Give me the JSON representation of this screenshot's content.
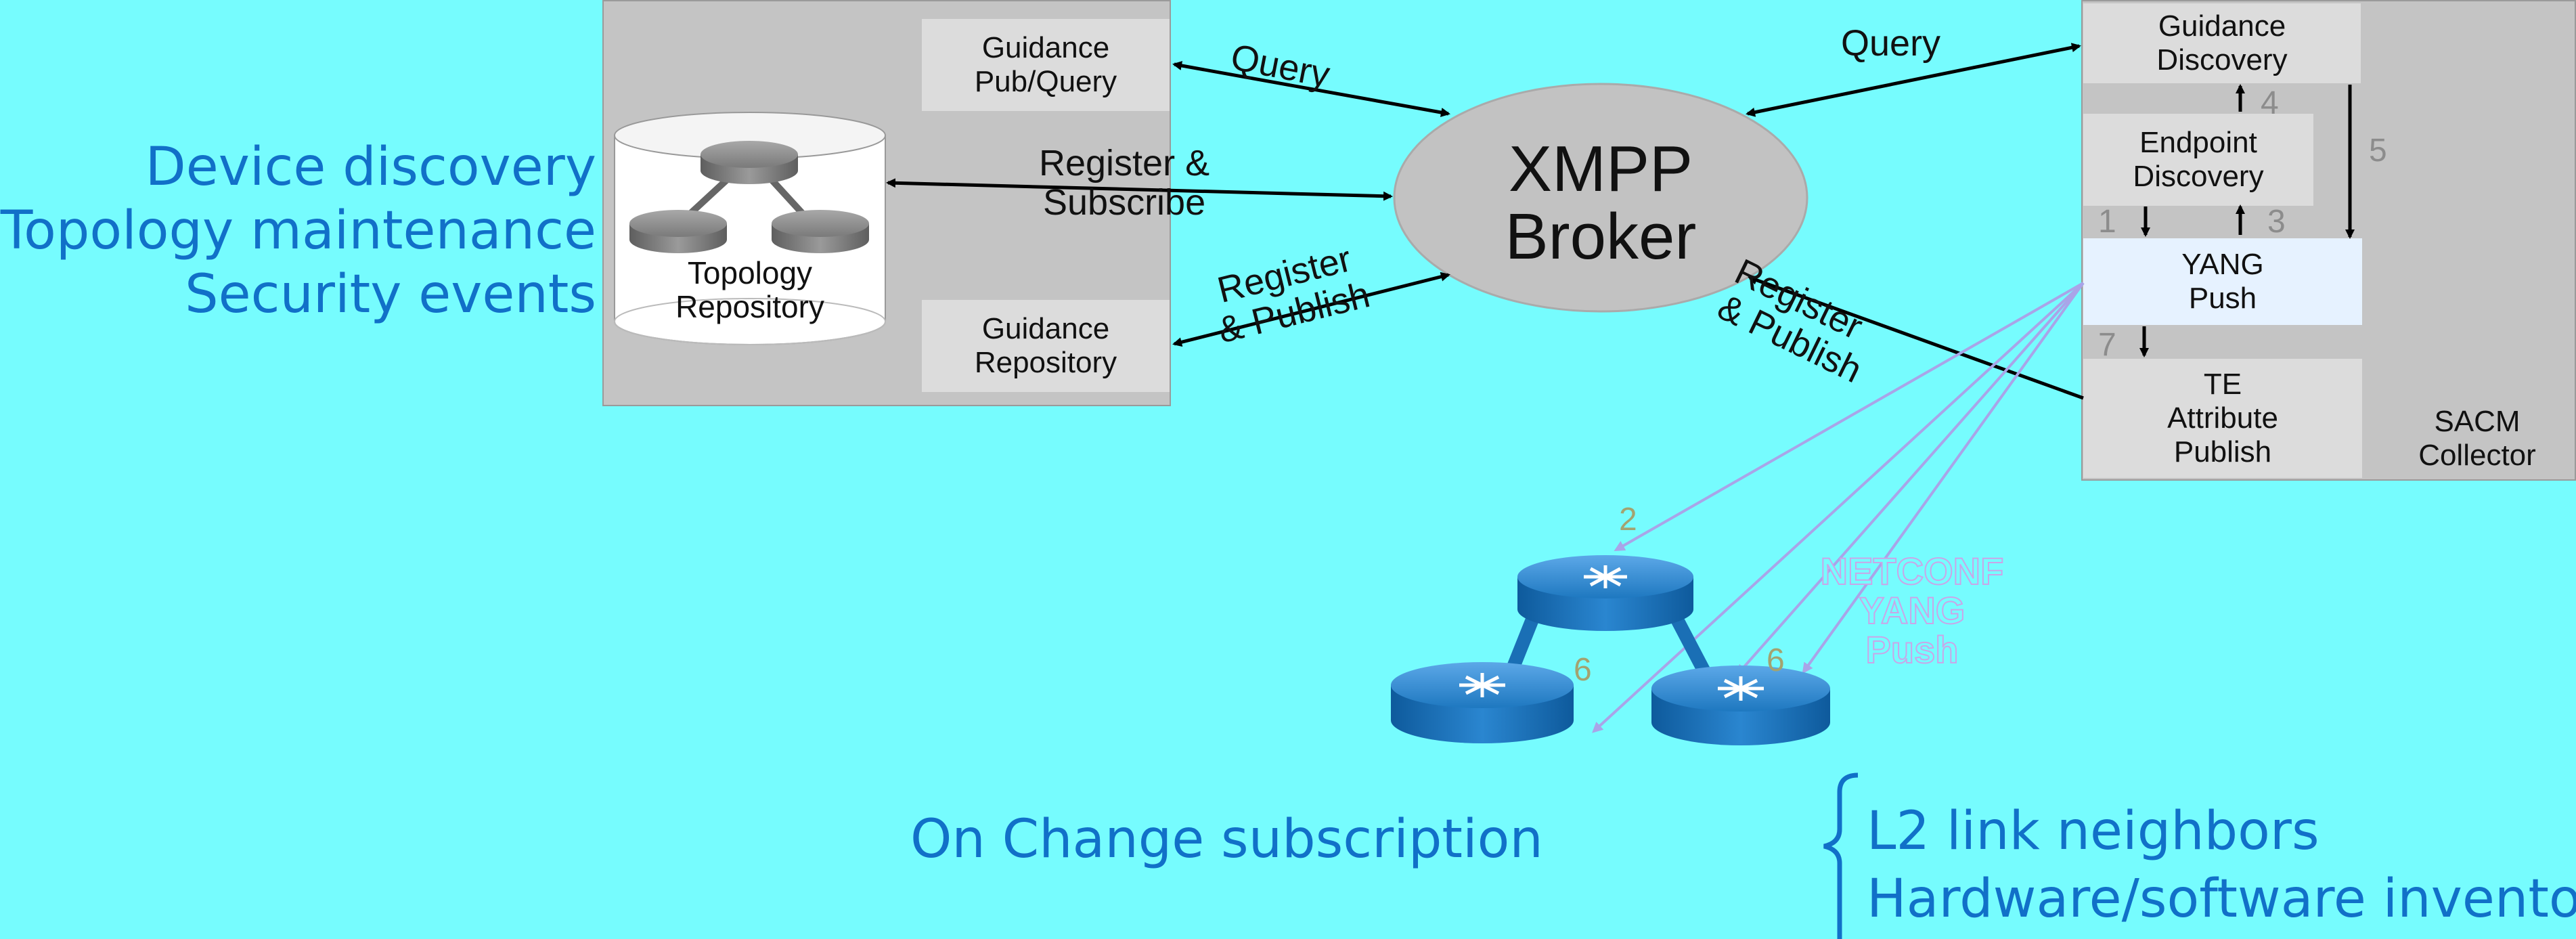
{
  "left_labels": [
    "Device discovery",
    "Topology maintenance",
    "Security events"
  ],
  "left_panel": {
    "guidance_pub_query": "Guidance\nPub/Query",
    "topology_repository": "Topology\nRepository",
    "guidance_repository": "Guidance\nRepository"
  },
  "broker": {
    "line1": "XMPP",
    "line2": "Broker"
  },
  "edges": {
    "query_left": "Query",
    "register_subscribe": "Register &\nSubscribe",
    "register_publish_left": "Register\n& Publish",
    "query_right": "Query",
    "register_publish_right": "Register\n& Publish"
  },
  "right_panel": {
    "guidance_discovery": "Guidance\nDiscovery",
    "endpoint_discovery": "Endpoint\nDiscovery",
    "yang_push": "YANG\nPush",
    "te_attribute_publish": "TE\nAttribute\nPublish",
    "sacm_collector": "SACM\nCollector"
  },
  "step_numbers": {
    "n1": "1",
    "n2": "2",
    "n3": "3",
    "n4": "4",
    "n5": "5",
    "n6a": "6",
    "n6b": "6",
    "n7": "7"
  },
  "netconf_label": {
    "line1": "NETCONF",
    "line2": "YANG",
    "line3": "Push"
  },
  "bottom": {
    "on_change": "On Change subscription",
    "l2_neighbors": "L2 link neighbors",
    "hw_sw_inventory": "Hardware/software inventory"
  },
  "colors": {
    "background": "#76FCFE",
    "panel": "#C4C4C4",
    "box": "#DCDCDC",
    "yang_push_box": "#E6F2FF",
    "label_blue": "#1170C8",
    "router_blue": "#1E78C0"
  }
}
